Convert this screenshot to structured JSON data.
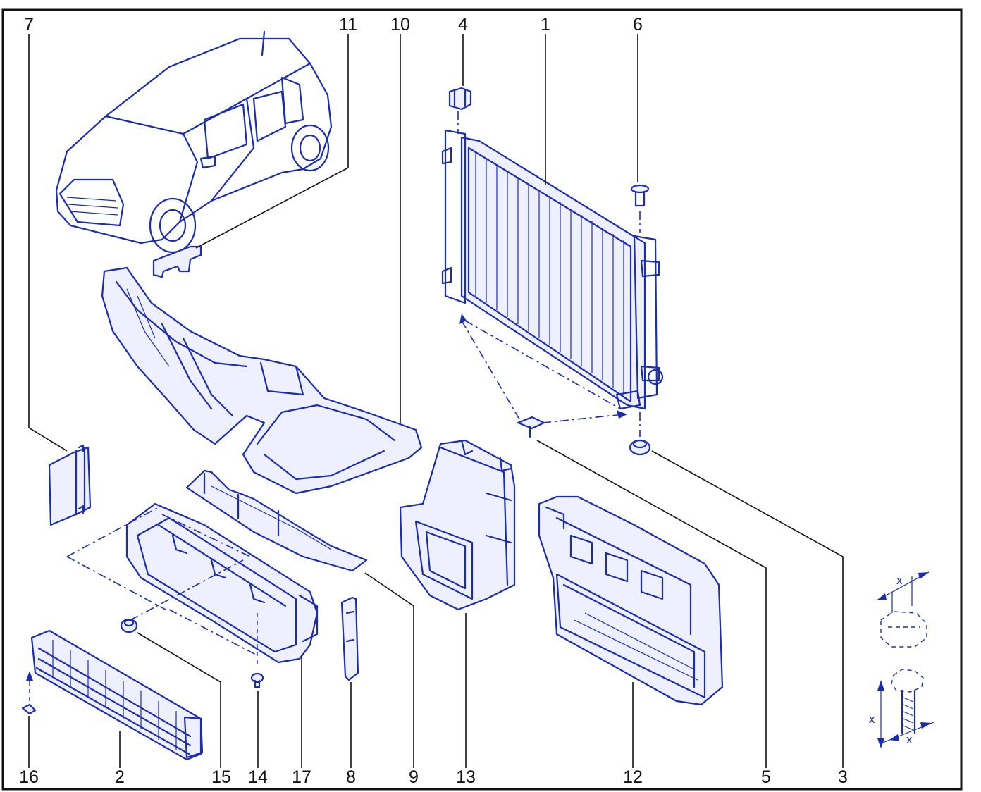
{
  "diagram": {
    "callouts": [
      {
        "id": "7",
        "text": "7"
      },
      {
        "id": "11",
        "text": "11"
      },
      {
        "id": "10",
        "text": "10"
      },
      {
        "id": "4",
        "text": "4"
      },
      {
        "id": "1",
        "text": "1"
      },
      {
        "id": "6",
        "text": "6"
      },
      {
        "id": "16",
        "text": "16"
      },
      {
        "id": "2",
        "text": "2"
      },
      {
        "id": "15",
        "text": "15"
      },
      {
        "id": "14",
        "text": "14"
      },
      {
        "id": "17",
        "text": "17"
      },
      {
        "id": "8",
        "text": "8"
      },
      {
        "id": "9",
        "text": "9"
      },
      {
        "id": "13",
        "text": "13"
      },
      {
        "id": "12",
        "text": "12"
      },
      {
        "id": "5",
        "text": "5"
      },
      {
        "id": "3",
        "text": "3"
      }
    ],
    "dimension_symbol": "x",
    "colors": {
      "line_art": "#1a2db0",
      "frame": "#111111",
      "background": "#ffffff"
    }
  }
}
